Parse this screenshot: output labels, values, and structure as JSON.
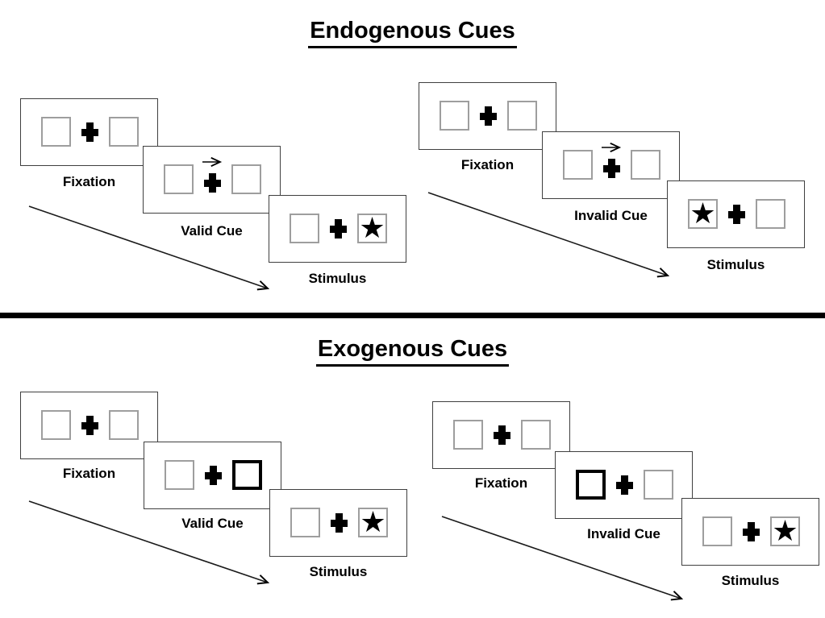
{
  "diagram": "Posner spatial cueing paradigm",
  "glyphs": {
    "star": "★"
  },
  "colors": {
    "background": "#ffffff",
    "ink": "#000000",
    "panel_border": "#3f3f3f",
    "placeholder_box_border": "#9e9e9e",
    "divider": "#000000"
  },
  "sections": [
    {
      "title": "Endogenous Cues",
      "sequences": [
        {
          "name": "endogenous-valid",
          "panels": [
            {
              "label": "Fixation",
              "content": "two empty boxes with central fixation cross"
            },
            {
              "label": "Valid Cue",
              "content": "right-pointing arrow above fixation cross"
            },
            {
              "label": "Stimulus",
              "content": "star target in right box"
            }
          ]
        },
        {
          "name": "endogenous-invalid",
          "panels": [
            {
              "label": "Fixation",
              "content": "two empty boxes with central fixation cross"
            },
            {
              "label": "Invalid Cue",
              "content": "right-pointing arrow above fixation cross"
            },
            {
              "label": "Stimulus",
              "content": "star target in left box"
            }
          ]
        }
      ]
    },
    {
      "title": "Exogenous Cues",
      "sequences": [
        {
          "name": "exogenous-valid",
          "panels": [
            {
              "label": "Fixation",
              "content": "two empty boxes with central fixation cross"
            },
            {
              "label": "Valid Cue",
              "content": "bold highlighted right box"
            },
            {
              "label": "Stimulus",
              "content": "star target in right box"
            }
          ]
        },
        {
          "name": "exogenous-invalid",
          "panels": [
            {
              "label": "Fixation",
              "content": "two empty boxes with central fixation cross"
            },
            {
              "label": "Invalid Cue",
              "content": "bold highlighted left box"
            },
            {
              "label": "Stimulus",
              "content": "star target in right box"
            }
          ]
        }
      ]
    }
  ]
}
